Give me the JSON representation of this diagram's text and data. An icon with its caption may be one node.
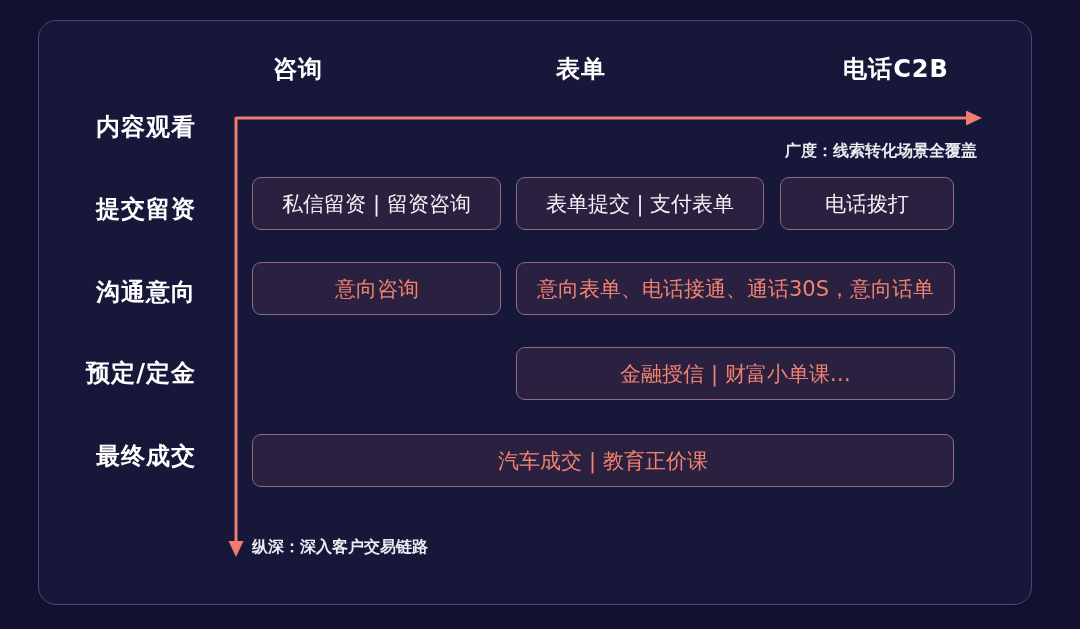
{
  "diagram": {
    "nodes": [
      {
        "text": [
          "私信留资 | 留资咨询"
        ]
      },
      {
        "text": [
          "表单提交 | 支付表单"
        ]
      },
      {
        "text": [
          "电话拨打"
        ]
      },
      {
        "text": [
          "意向咨询"
        ]
      },
      {
        "text": [
          "意向表单、电话接通、通话30S，意向话单"
        ]
      },
      {
        "text": [
          "金融授信 | 财富小单课…"
        ]
      },
      {
        "text": [
          "汽车成交 | 教育正价课"
        ]
      }
    ],
    "labels": [
      "咨询",
      "表单",
      "电话C2B",
      "内容观看",
      "广度：线索转化场景全覆盖",
      "提交留资",
      "沟通意向",
      "预定/定金",
      "最终成交",
      "纵深：深入客户交易链路"
    ]
  }
}
